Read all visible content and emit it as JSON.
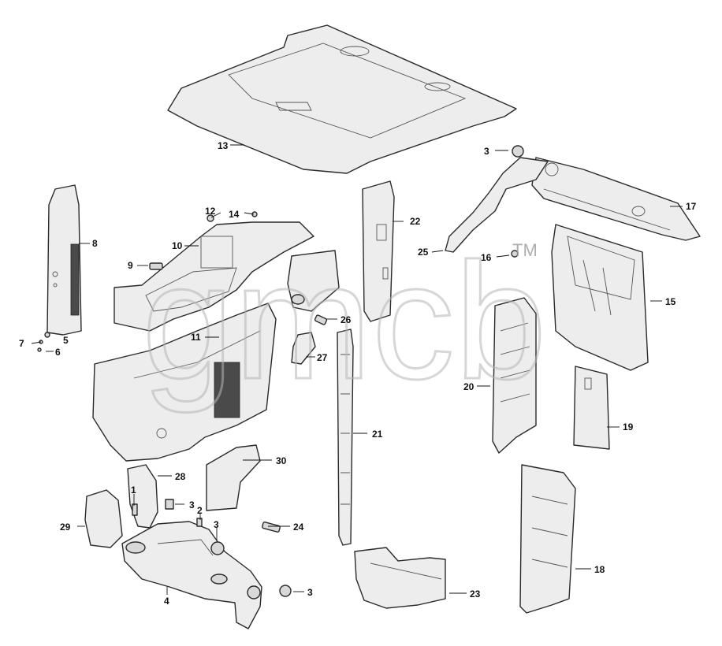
{
  "diagram": {
    "callouts": [
      "1",
      "2",
      "3",
      "4",
      "5",
      "6",
      "7",
      "8",
      "9",
      "10",
      "11",
      "12",
      "13",
      "14",
      "15",
      "16",
      "17",
      "18",
      "19",
      "20",
      "21",
      "22",
      "23",
      "24",
      "25",
      "26",
      "27",
      "28",
      "29",
      "30"
    ],
    "watermark": {
      "text": "gmcb",
      "mark": "TM"
    }
  },
  "colors": {
    "line": "#2a2a2a",
    "fill": "#ededed",
    "watermark": "#b5b5b5"
  }
}
